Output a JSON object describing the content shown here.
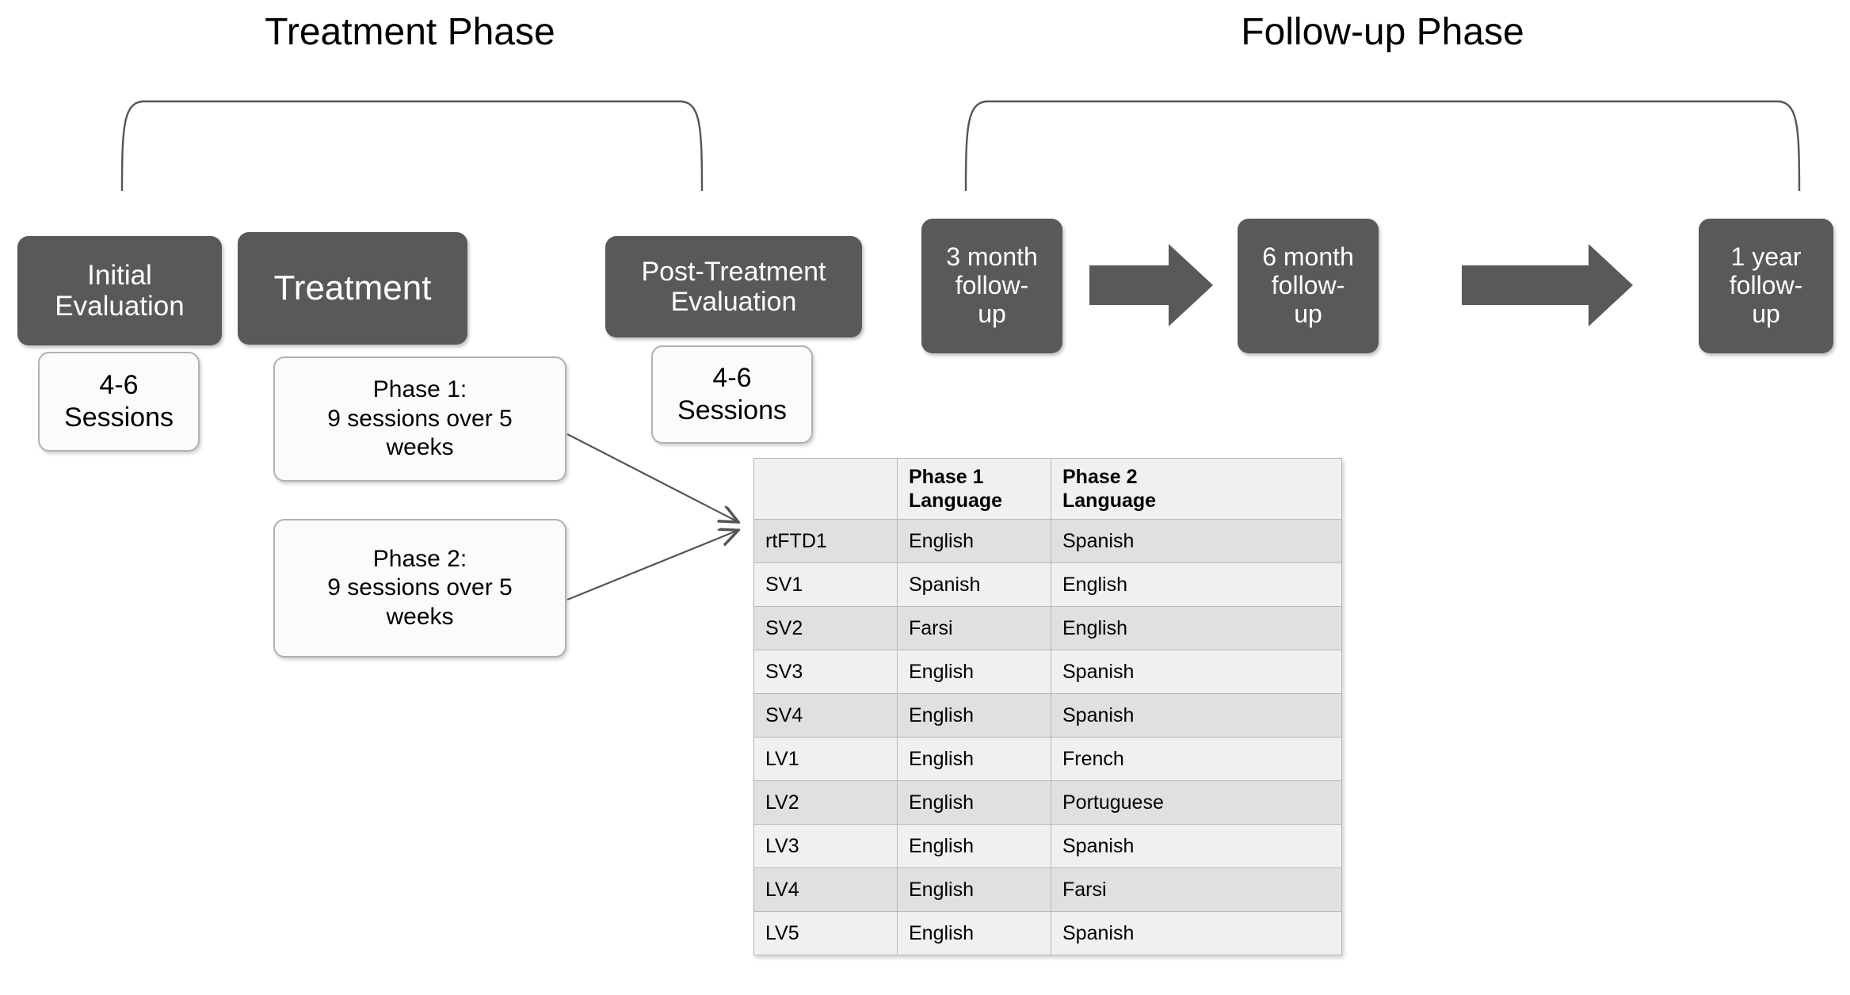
{
  "phases": [
    {
      "id": "treatment-phase",
      "label": "Treatment Phase"
    },
    {
      "id": "followup-phase",
      "label": "Follow-up Phase"
    }
  ],
  "steps": {
    "initial_evaluation": "Initial\nEvaluation",
    "initial_evaluation_line1": "Initial",
    "initial_evaluation_line2": "Evaluation",
    "treatment": "Treatment",
    "post_treatment_line1": "Post-Treatment",
    "post_treatment_line2": "Evaluation",
    "followup_3month_line1": "3 month",
    "followup_3month_line2": "follow-",
    "followup_3month_line3": "up",
    "followup_6month_line1": "6 month",
    "followup_6month_line2": "follow-",
    "followup_6month_line3": "up",
    "followup_1year_line1": "1 year",
    "followup_1year_line2": "follow-",
    "followup_1year_line3": "up"
  },
  "notes": {
    "initial_sessions_line1": "4-6",
    "initial_sessions_line2": "Sessions",
    "post_sessions_line1": "4-6",
    "post_sessions_line2": "Sessions",
    "phase1_line1": "Phase 1:",
    "phase1_line2": "9 sessions over 5",
    "phase1_line3": "weeks",
    "phase2_line1": "Phase 2:",
    "phase2_line2": "9 sessions over 5",
    "phase2_line3": "weeks"
  },
  "table": {
    "headers": [
      "",
      "Phase 1\nLanguage",
      "Phase 2\nLanguage"
    ],
    "header_id": "",
    "header_p1_line1": "Phase 1",
    "header_p1_line2": "Language",
    "header_p2_line1": "Phase 2",
    "header_p2_line2": "Language",
    "rows": [
      {
        "id": "rtFTD1",
        "phase1": "English",
        "phase2": "Spanish"
      },
      {
        "id": "SV1",
        "phase1": "Spanish",
        "phase2": "English"
      },
      {
        "id": "SV2",
        "phase1": "Farsi",
        "phase2": "English"
      },
      {
        "id": "SV3",
        "phase1": "English",
        "phase2": "Spanish"
      },
      {
        "id": "SV4",
        "phase1": "English",
        "phase2": "Spanish"
      },
      {
        "id": "LV1",
        "phase1": "English",
        "phase2": "French"
      },
      {
        "id": "LV2",
        "phase1": "English",
        "phase2": "Portuguese"
      },
      {
        "id": "LV3",
        "phase1": "English",
        "phase2": "Spanish"
      },
      {
        "id": "LV4",
        "phase1": "English",
        "phase2": "Farsi"
      },
      {
        "id": "LV5",
        "phase1": "English",
        "phase2": "Spanish"
      }
    ]
  },
  "colors": {
    "box_dark": "#595959",
    "box_text": "#ffffff",
    "note_fill": "#fbfbfb",
    "note_border": "#b0b0b0",
    "row_even": "#e0e0e0",
    "row_odd": "#f0f0f0",
    "arrow_fill": "#595959",
    "line": "#555555"
  }
}
